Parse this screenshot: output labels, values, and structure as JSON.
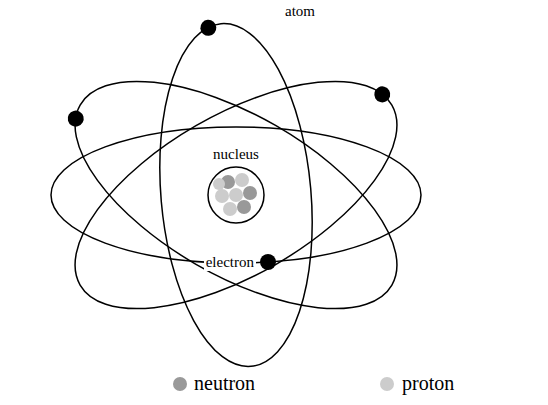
{
  "diagram": {
    "labels": [
      "atom",
      "nucleus",
      "electron"
    ],
    "legend": [
      {
        "text": "neutron",
        "color": "#999999"
      },
      {
        "text": "proton",
        "color": "#cccccc"
      }
    ]
  }
}
